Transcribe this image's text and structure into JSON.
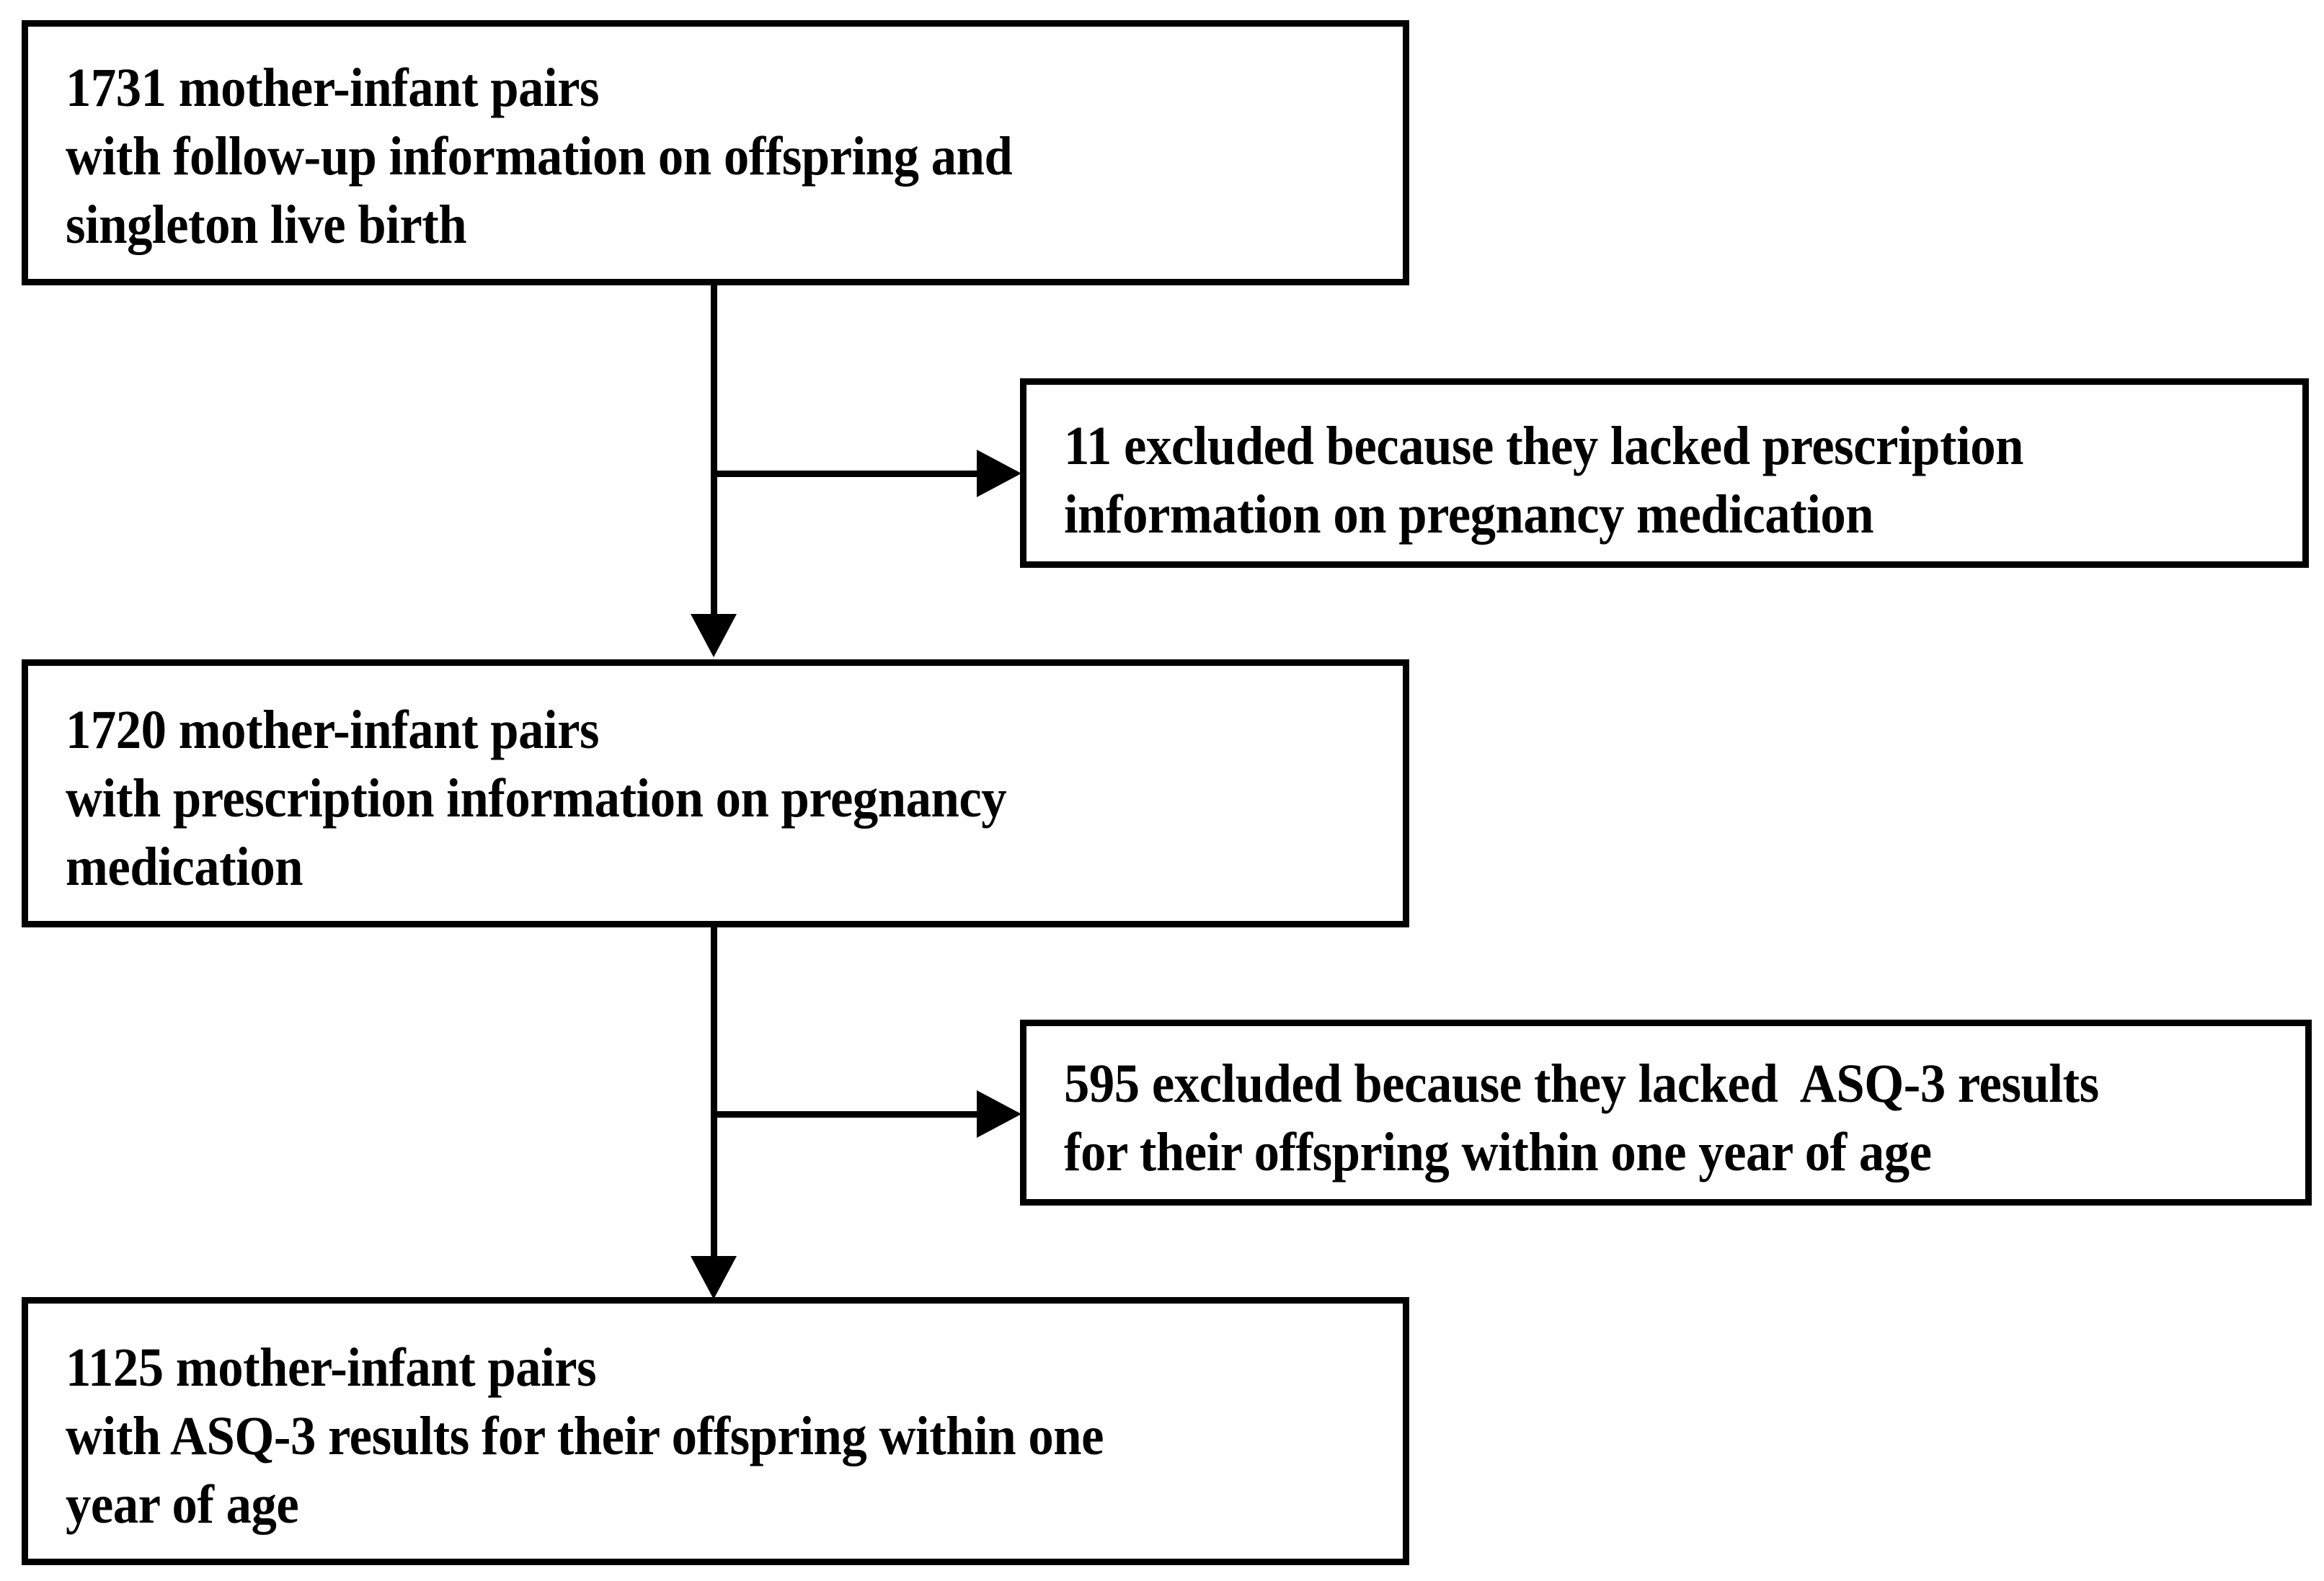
{
  "diagram": {
    "type": "study-participant-flowchart",
    "colors": {
      "stroke": "#000000",
      "fill": "#ffffff",
      "text": "#000000"
    },
    "nodes": [
      {
        "id": "cohort-initial",
        "role": "cohort",
        "count": 1731,
        "text": "1731 mother-infant pairs\nwith follow-up information on offspring and\nsingleton live birth"
      },
      {
        "id": "exclusion-prescription",
        "role": "exclusion",
        "count": 11,
        "text": "11 excluded because they lacked prescription\ninformation on pregnancy medication"
      },
      {
        "id": "cohort-prescription",
        "role": "cohort",
        "count": 1720,
        "text": "1720 mother-infant pairs\nwith prescription information on pregnancy\nmedication"
      },
      {
        "id": "exclusion-asq",
        "role": "exclusion",
        "count": 595,
        "text": "595 excluded because they lacked  ASQ-3 results\nfor their offspring within one year of age"
      },
      {
        "id": "cohort-final",
        "role": "cohort",
        "count": 1125,
        "text": "1125 mother-infant pairs\nwith ASQ-3 results for their offspring within one\nyear of age"
      }
    ],
    "edges": [
      {
        "id": "edge-1",
        "from": "cohort-initial",
        "to": "cohort-prescription",
        "direction": "down"
      },
      {
        "id": "edge-2",
        "from": "cohort-initial",
        "to": "exclusion-prescription",
        "direction": "right"
      },
      {
        "id": "edge-3",
        "from": "cohort-prescription",
        "to": "cohort-final",
        "direction": "down"
      },
      {
        "id": "edge-4",
        "from": "cohort-prescription",
        "to": "exclusion-asq",
        "direction": "right"
      }
    ]
  }
}
